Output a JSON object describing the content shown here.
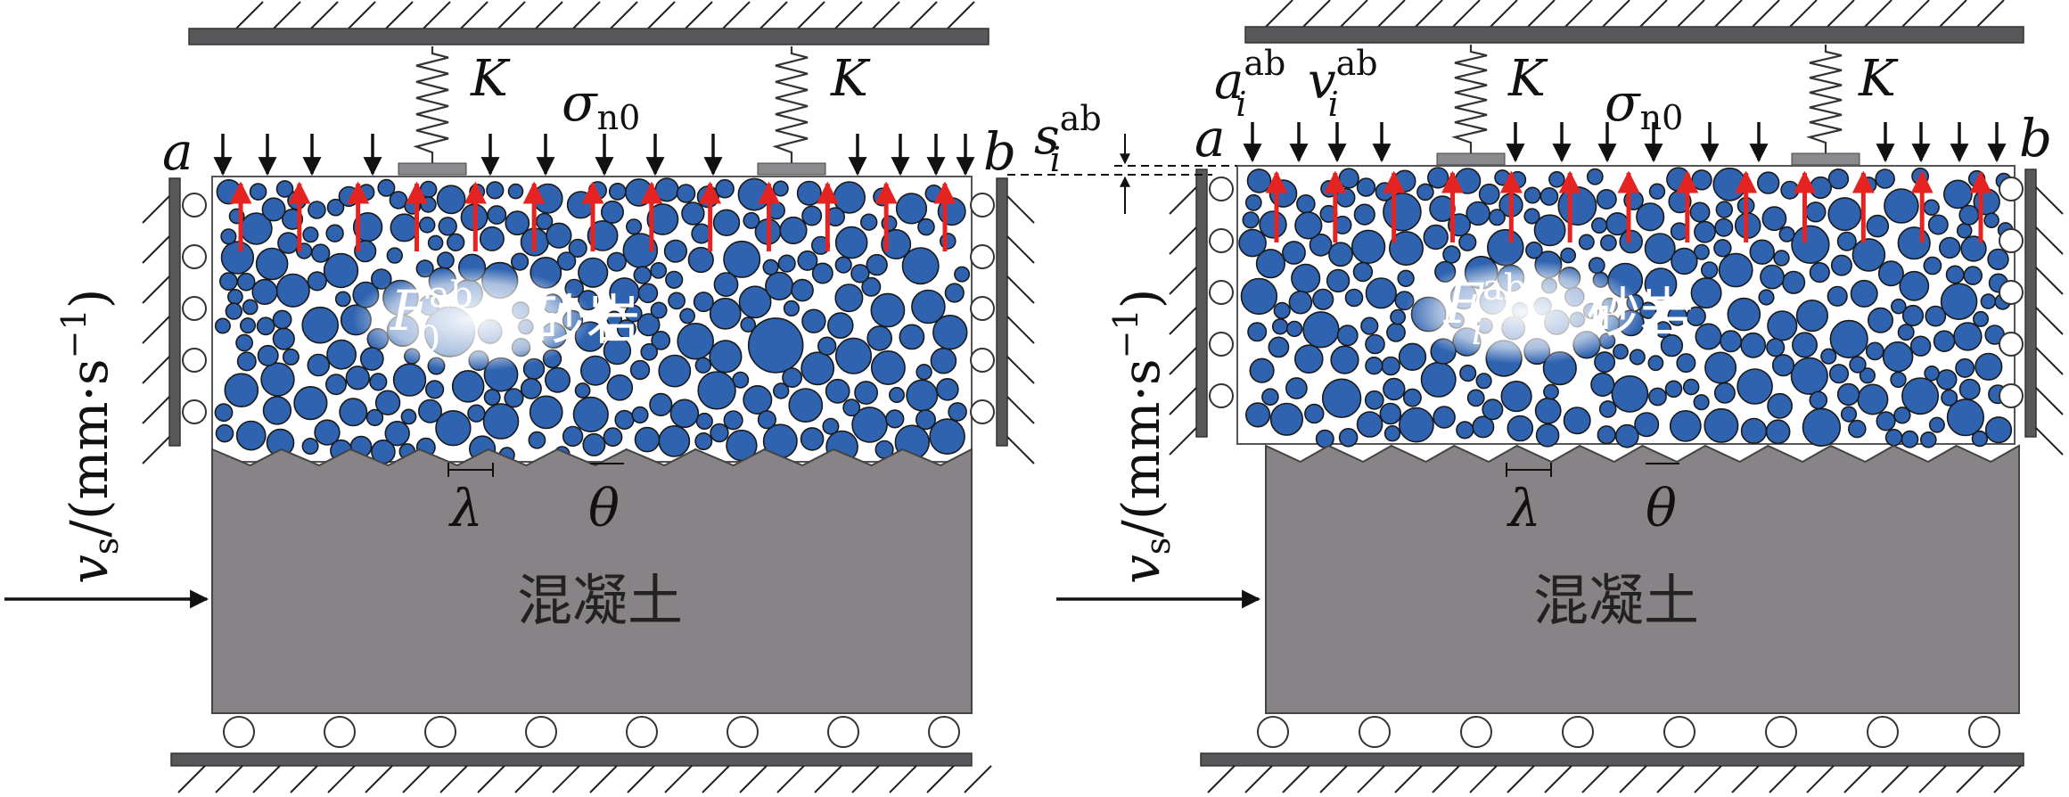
{
  "colors": {
    "particle": "#2f63b0",
    "particle_stroke": "#1a1a1a",
    "concrete": "#878386",
    "plate": "#58585a",
    "hatch": "#222222",
    "red_arrow": "#e52421",
    "black_arrow": "#111111",
    "text": "#111111"
  },
  "panels": [
    {
      "id": "initial",
      "label_a": "a",
      "label_b": "b",
      "spring_label_1": "K",
      "spring_label_2": "K",
      "stress_symbol": "σ",
      "stress_subscript": "n0",
      "force_symbol": "F",
      "force_superscript": "ab",
      "force_subscript": "0",
      "rock_label": "砂岩",
      "concrete_label": "混凝土",
      "wavelength_symbol": "λ",
      "angle_symbol": "θ",
      "velocity_symbol": "v",
      "velocity_subscript": "s",
      "velocity_unit": "/(mm·s",
      "velocity_unit_exp": "−1",
      "velocity_unit_close": ")",
      "upward_arrow_count": 13
    },
    {
      "id": "step-i",
      "label_a": "a",
      "label_b": "b",
      "accel_symbol": "a",
      "accel_superscript": "ab",
      "accel_subscript": "i",
      "vel_symbol": "v",
      "vel_superscript": "ab",
      "vel_subscript": "i",
      "spring_label_1": "K",
      "spring_label_2": "K",
      "stress_symbol": "σ",
      "stress_subscript": "n0",
      "force_symbol": "F",
      "force_superscript": "ab",
      "force_subscript": "i",
      "rock_label": "砂岩",
      "concrete_label": "混凝土",
      "wavelength_symbol": "λ",
      "angle_symbol": "θ",
      "velocity_symbol": "v",
      "velocity_subscript": "s",
      "velocity_unit": "/(mm·s",
      "velocity_unit_exp": "−1",
      "velocity_unit_close": ")",
      "upward_arrow_count": 13
    }
  ],
  "displacement": {
    "symbol": "s",
    "superscript": "ab",
    "subscript": "i"
  }
}
